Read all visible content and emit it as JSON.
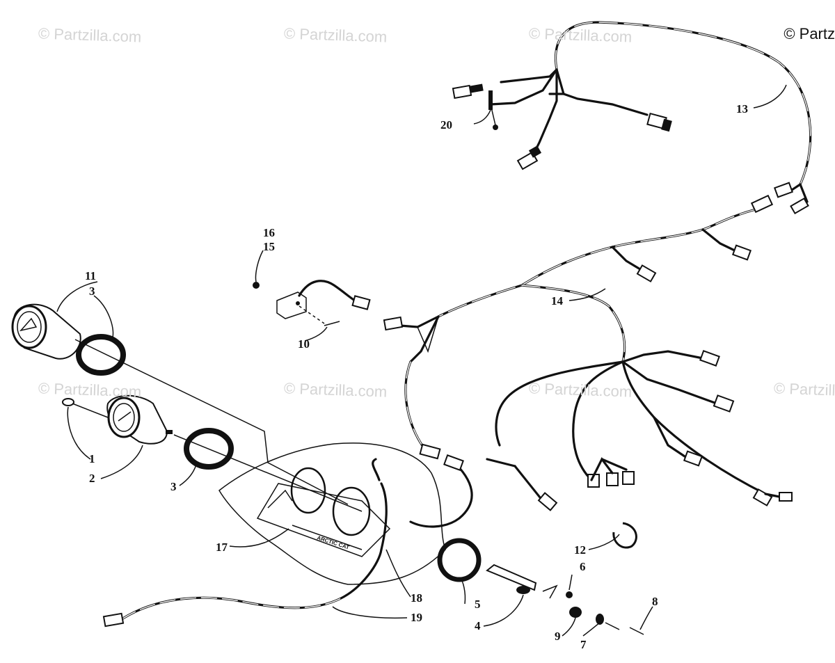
{
  "watermarks": {
    "text": "© Partzilla.com",
    "corner_text": "© Partz"
  },
  "callouts": {
    "c1": "1",
    "c2": "2",
    "c3a": "3",
    "c3b": "3",
    "c4": "4",
    "c5": "5",
    "c6": "6",
    "c7": "7",
    "c8": "8",
    "c9": "9",
    "c10": "10",
    "c11": "11",
    "c12": "12",
    "c13": "13",
    "c14": "14",
    "c15": "15",
    "c16": "16",
    "c17": "17",
    "c18": "18",
    "c19": "19",
    "c20": "20"
  },
  "console_badge": "ARCTIC CAT"
}
